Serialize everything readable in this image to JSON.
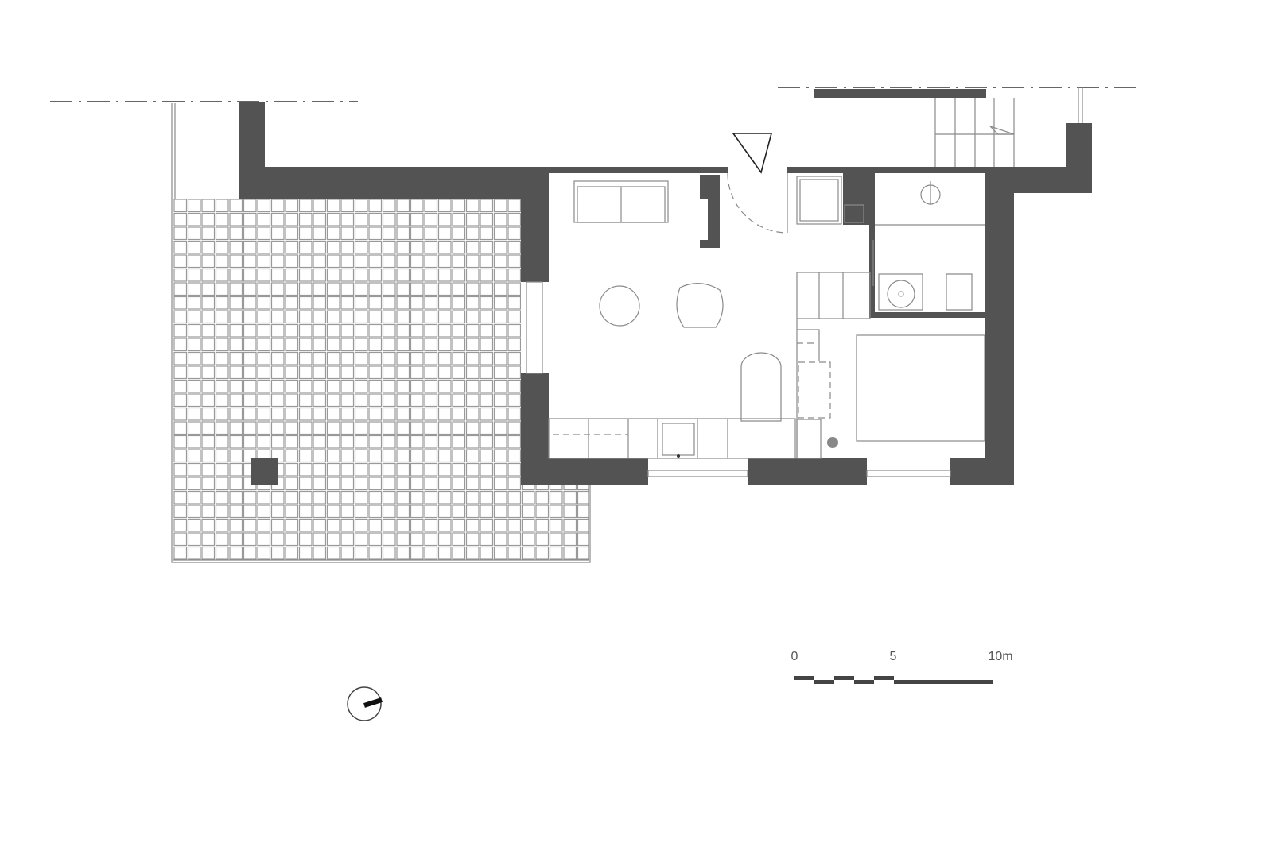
{
  "drawing": {
    "type": "floor plan",
    "scale_bar": {
      "labels": [
        "0",
        "5",
        "10m"
      ],
      "segments": 5
    },
    "colors": {
      "wall": "#535353",
      "line": "#8a8a8a",
      "background": "#ffffff"
    },
    "icons": [
      "north-arrow-icon",
      "entrance-arrow-icon",
      "level-marker-icon"
    ]
  }
}
